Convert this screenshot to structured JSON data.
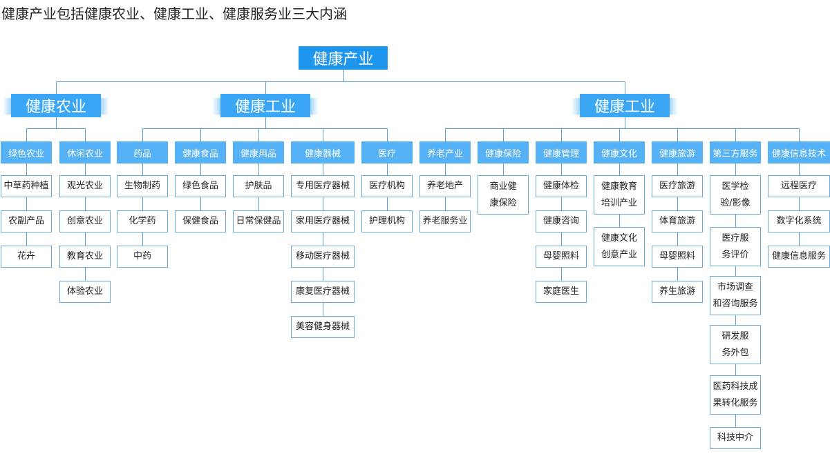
{
  "title": "健康产业包括健康农业、健康工业、健康服务业三大内涵",
  "colors": {
    "root": "#1e96f0",
    "main": "#3aa6f4",
    "category": "#55b2f6",
    "leaf_border": "#6aa8d8",
    "connector": "#5aa0d8"
  },
  "root": "健康产业",
  "sectors": [
    {
      "label": "健康农业",
      "categories": [
        {
          "label": "绿色农业",
          "items": [
            "中草药种植",
            "农副产品",
            "花卉"
          ]
        },
        {
          "label": "休闲农业",
          "items": [
            "观光农业",
            "创意农业",
            "教育农业",
            "体验农业"
          ]
        }
      ]
    },
    {
      "label": "健康工业",
      "categories": [
        {
          "label": "药品",
          "items": [
            "生物制药",
            "化学药",
            "中药"
          ]
        },
        {
          "label": "健康食品",
          "items": [
            "绿色食品",
            "保健食品"
          ]
        },
        {
          "label": "健康用品",
          "items": [
            "护肤品",
            "日常保健品"
          ]
        },
        {
          "label": "健康器械",
          "items": [
            "专用医疗器械",
            "家用医疗器械",
            "移动医疗器械",
            "康复医疗器械",
            "美容健身器械"
          ]
        },
        {
          "label": "医疗",
          "items": [
            "医疗机构",
            "护理机构"
          ]
        }
      ]
    },
    {
      "label": "健康工业",
      "categories": [
        {
          "label": "养老产业",
          "items": [
            "养老地产",
            "养老服务业"
          ]
        },
        {
          "label": "健康保险",
          "items": [
            "商业健\n康保险"
          ]
        },
        {
          "label": "健康管理",
          "items": [
            "健康体检",
            "健康咨询",
            "母婴照料",
            "家庭医生"
          ]
        },
        {
          "label": "健康文化",
          "items": [
            "健康教育\n培训产业",
            "健康文化\n创意产业"
          ]
        },
        {
          "label": "健康旅游",
          "items": [
            "医疗旅游",
            "体育旅游",
            "母婴照料",
            "养生旅游"
          ]
        },
        {
          "label": "第三方服务",
          "items": [
            "医学检\n验/影像",
            "医疗服\n务评价",
            "市场调查\n和咨询服务",
            "研发服\n务外包",
            "医药科技成\n果转化服务",
            "科技中介"
          ]
        },
        {
          "label": "健康信息技术",
          "items": [
            "远程医疗",
            "数字化系统",
            "健康信息服务"
          ]
        }
      ]
    }
  ]
}
